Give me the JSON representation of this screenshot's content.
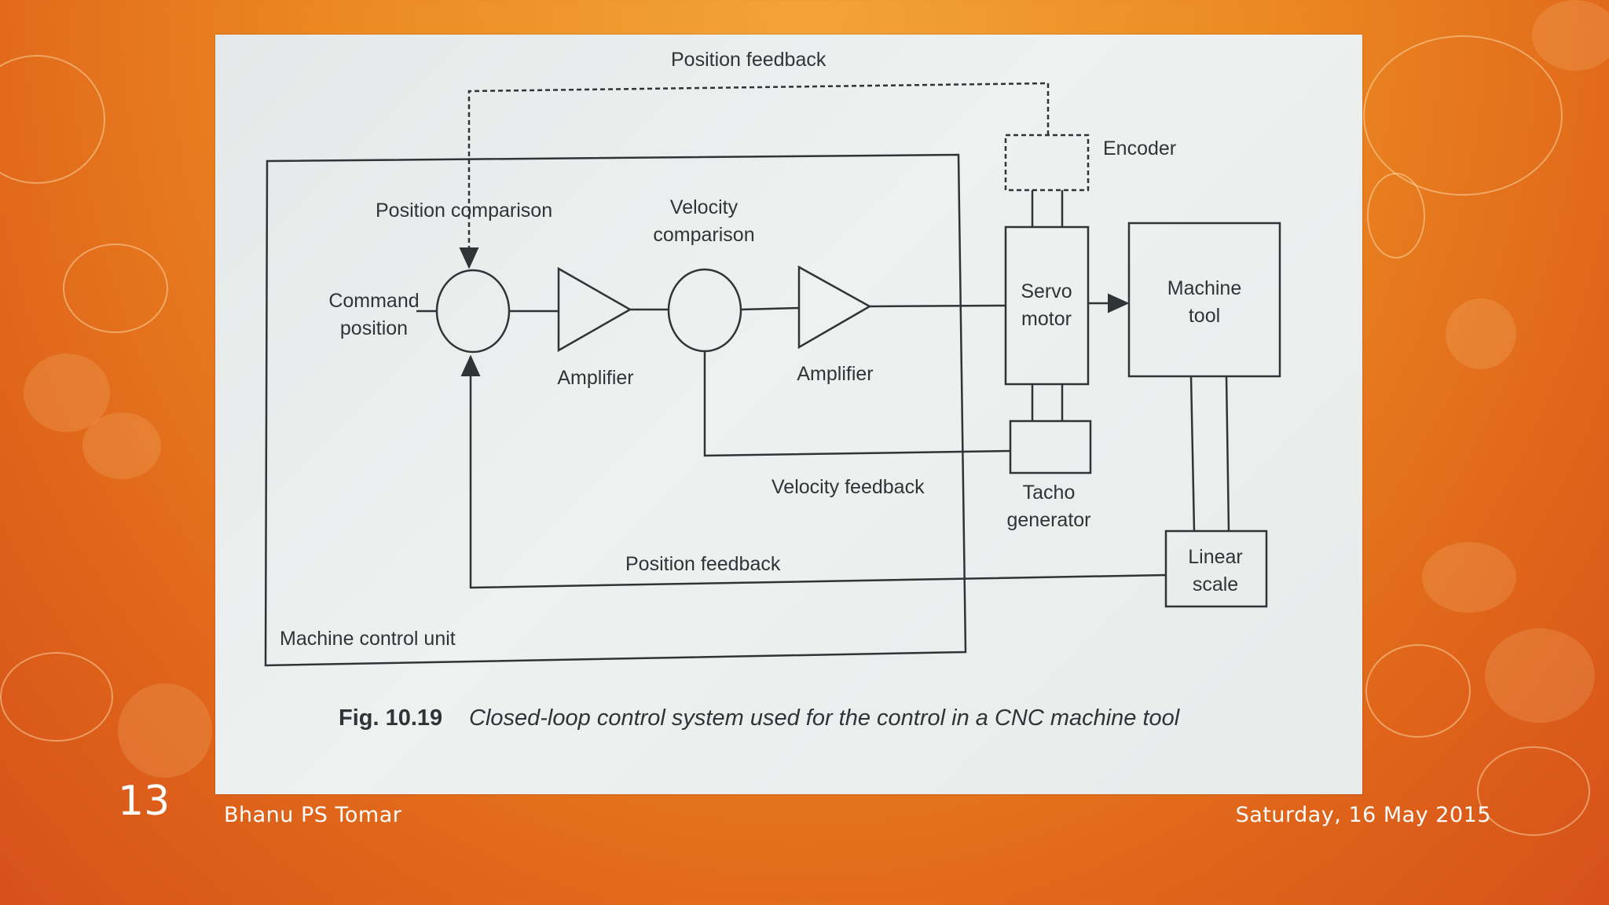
{
  "slide": {
    "number": "13",
    "author": "Bhanu PS Tomar",
    "date": "Saturday, 16 May 2015"
  },
  "diagram": {
    "position_feedback_top": "Position feedback",
    "encoder": "Encoder",
    "position_comparison": "Position comparison",
    "velocity_comparison_line1": "Velocity",
    "velocity_comparison_line2": "comparison",
    "command_position_line1": "Command",
    "command_position_line2": "position",
    "amplifier_1": "Amplifier",
    "amplifier_2": "Amplifier",
    "servo_motor_line1": "Servo",
    "servo_motor_line2": "motor",
    "machine_tool_line1": "Machine",
    "machine_tool_line2": "tool",
    "velocity_feedback": "Velocity feedback",
    "tacho_line1": "Tacho",
    "tacho_line2": "generator",
    "linear_scale_line1": "Linear",
    "linear_scale_line2": "scale",
    "position_feedback_bottom": "Position feedback",
    "machine_control_unit": "Machine control unit",
    "fig_number": "Fig. 10.19",
    "fig_caption": "Closed-loop control system used for the control in a CNC machine tool"
  },
  "colors": {
    "background_top": "#f2a43a",
    "background_bottom": "#d6511a",
    "photo": "#eaeeed",
    "ink": "#2f3437"
  }
}
